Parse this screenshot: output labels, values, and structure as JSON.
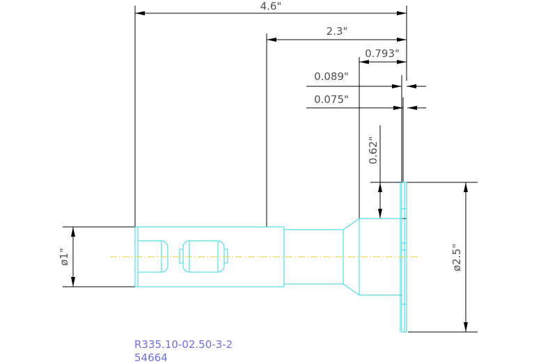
{
  "dimensions": {
    "overall_length": "4.6\"",
    "half_length": "2.3\"",
    "flange_offset": "0.793\"",
    "thickness_a": "0.089\"",
    "thickness_b": "0.075\"",
    "step_height": "0.62\"",
    "flange_diameter": "ø2.5\"",
    "shank_diameter": "ø1\""
  },
  "part": {
    "number": "R335.10-02.50-3-2",
    "id": "54664"
  },
  "colors": {
    "part_outline": "#39d3e0",
    "center_line": "#e0d23a",
    "dimension": "#000000",
    "label": "#6f6fd8"
  }
}
